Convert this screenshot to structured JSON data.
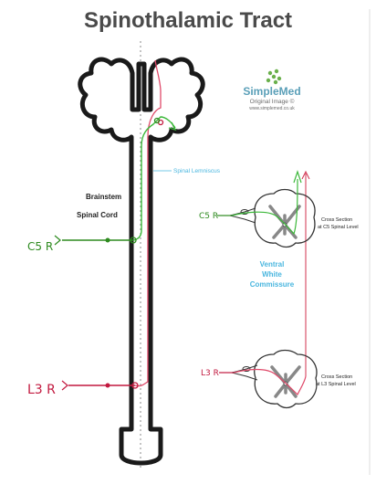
{
  "title": "Spinothalamic Tract",
  "logo": {
    "brand": "SimpleMed",
    "subtitle": "Original Image ©",
    "url": "www.simplemed.co.uk",
    "icon": "molecule-icon"
  },
  "labels": {
    "brainstem": "Brainstem",
    "spinal_cord": "Spinal Cord",
    "spinal_lemniscus": "Spinal Lemniscus",
    "c5_root": "C5 R",
    "l3_root": "L3 R",
    "c5_root_small": "C5 R",
    "l3_root_small": "L3 R",
    "cross_c5_line1": "Cross Section",
    "cross_c5_line2": "at C5 Spinal Level",
    "cross_l3_line1": "Cross Section",
    "cross_l3_line2": "at L3 Spinal Level",
    "vwc_line1": "Ventral",
    "vwc_line2": "White",
    "vwc_line3": "Commissure"
  },
  "colors": {
    "green_pathway": "#3cb83a",
    "red_pathway": "#d0304e",
    "blue_label": "#49b6df",
    "outline": "#222222"
  }
}
